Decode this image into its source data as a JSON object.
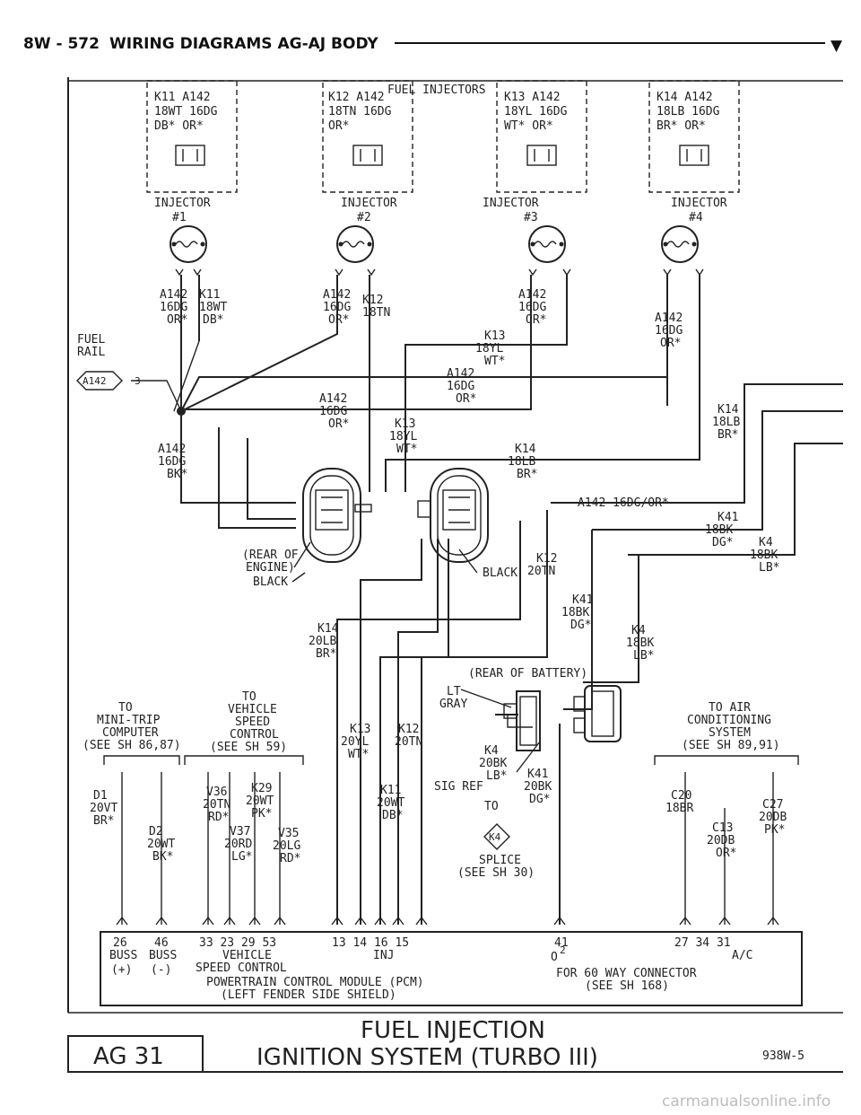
{
  "header": {
    "page": "8W - 572",
    "title": "WIRING DIAGRAMS AG-AJ BODY",
    "arrow": "▼"
  },
  "section_title": "FUEL INJECTORS",
  "connectors": [
    {
      "lines": [
        "K11  A142",
        "18WT  16DG",
        "DB*   OR*"
      ]
    },
    {
      "lines": [
        "K12  A142",
        "18TN  16DG",
        "       OR*"
      ]
    },
    {
      "lines": [
        "K13  A142",
        "18YL  16DG",
        "WT*   OR*"
      ]
    },
    {
      "lines": [
        "K14  A142",
        "18LB  16DG",
        "BR*   OR*"
      ]
    }
  ],
  "injectors": [
    {
      "name": "INJECTOR",
      "num": "#1"
    },
    {
      "name": "INJECTOR",
      "num": "#2"
    },
    {
      "name": "INJECTOR",
      "num": "#3"
    },
    {
      "name": "INJECTOR",
      "num": "#4"
    }
  ],
  "wire_labels": {
    "inj1_a": [
      "A142",
      "16DG",
      "OR*"
    ],
    "inj1_b": [
      "K11",
      "18WT",
      "DB*"
    ],
    "inj2_a": [
      "A142",
      "16DG",
      "OR*"
    ],
    "inj2_b": [
      "K12",
      "18TN"
    ],
    "inj3_a": [
      "A142",
      "16DG",
      "OR*"
    ],
    "inj4_a": [
      "A142",
      "16DG",
      "OR*"
    ],
    "k13_top": [
      "K13",
      "18YL",
      "WT*"
    ],
    "a142_mid": [
      "A142",
      "16DG",
      "OR*"
    ],
    "a142_left": [
      "A142",
      "16DG",
      "OR*"
    ],
    "k13_mid": [
      "K13",
      "18YL",
      "WT*"
    ],
    "k14_right": [
      "K14",
      "18LB",
      "BR*"
    ],
    "k14_mid": [
      "K14",
      "18LB",
      "BR*"
    ],
    "a142_bk": [
      "A142",
      "16DG",
      "BK*"
    ],
    "a142_line": "A142 16DG/OR*",
    "k41_top": [
      "K41",
      "18BK",
      "DG*"
    ],
    "k4_top": [
      "K4",
      "18BK",
      "LB*"
    ],
    "k12_20": [
      "K12",
      "20TN"
    ],
    "k41_mid": [
      "K41",
      "18BK",
      "DG*"
    ],
    "k4_mid": [
      "K4",
      "18BK",
      "LB*"
    ],
    "k14_20": [
      "K14",
      "20LB",
      "BR*"
    ],
    "k13_20": [
      "K13",
      "20YL",
      "WT*"
    ],
    "k12_20b": [
      "K12",
      "20TN"
    ],
    "k11_20": [
      "K11",
      "20WT",
      "DB*"
    ],
    "k4_20": [
      "K4",
      "20BK",
      "LB*"
    ],
    "k41_20": [
      "K41",
      "20BK",
      "DG*"
    ],
    "d1": [
      "D1",
      "20VT",
      "BR*"
    ],
    "d2": [
      "D2",
      "20WT",
      "BK*"
    ],
    "v36": [
      "V36",
      "20TN",
      "RD*"
    ],
    "k29": [
      "K29",
      "20WT",
      "PK*"
    ],
    "v37": [
      "V37",
      "20RD",
      "LG*"
    ],
    "v35": [
      "V35",
      "20LG",
      "RD*"
    ],
    "c20": [
      "C20",
      "18BR"
    ],
    "c13": [
      "C13",
      "20DB",
      "OR*"
    ],
    "c27": [
      "C27",
      "20DB",
      "PK*"
    ]
  },
  "fuel_rail": [
    "FUEL",
    "RAIL"
  ],
  "splice_a142": {
    "label": "A142",
    "num": "3"
  },
  "rear_engine": [
    "(REAR OF",
    "ENGINE)",
    "BLACK"
  ],
  "black": "BLACK",
  "rear_battery": "(REAR OF BATTERY)",
  "lt_gray": [
    "LT",
    "GRAY"
  ],
  "sig_ref": [
    "SIG REF",
    "TO"
  ],
  "splice_k4": {
    "label": "K4",
    "note": [
      "SPLICE",
      "(SEE SH 30)"
    ]
  },
  "to_minitrip": [
    "TO",
    "MINI-TRIP",
    "COMPUTER",
    "(SEE SH 86,87)"
  ],
  "to_vehicle": [
    "TO",
    "VEHICLE",
    "SPEED",
    "CONTROL",
    "(SEE SH 59)"
  ],
  "to_ac": [
    "TO AIR",
    "CONDITIONING",
    "SYSTEM",
    "(SEE SH 89,91)"
  ],
  "pcm": {
    "pins_left": [
      "26",
      "46"
    ],
    "buss": [
      "BUSS",
      "BUSS"
    ],
    "signs": [
      "(+)",
      "(-)"
    ],
    "pins_vsc": "33 23 29 53",
    "vsc": [
      "VEHICLE",
      "SPEED CONTROL"
    ],
    "pins_inj": "13 14 16 15",
    "inj": "INJ",
    "pin_o2": "41",
    "o2": "O",
    "o2_sup": "2",
    "pins_ac": "27 34 31",
    "ac": "A/C",
    "name": [
      "POWERTRAIN CONTROL MODULE (PCM)",
      "(LEFT FENDER SIDE SHIELD)"
    ],
    "connector": [
      "FOR 60 WAY CONNECTOR",
      "(SEE SH 168)"
    ]
  },
  "footer": {
    "code": "AG 31",
    "title1": "FUEL INJECTION",
    "title2": "IGNITION SYSTEM (TURBO III)",
    "ref": "938W-5"
  },
  "watermark": "carmanualsonline.info"
}
